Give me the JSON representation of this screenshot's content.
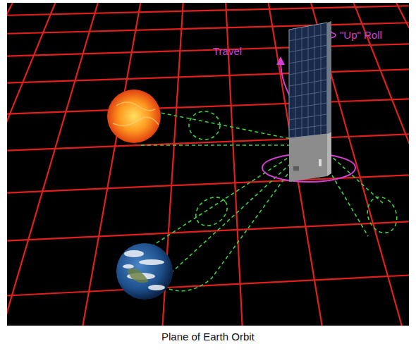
{
  "diagram": {
    "caption": "Plane of Earth Orbit",
    "labels": [
      "Travel",
      "\"Up\" Roll"
    ]
  }
}
